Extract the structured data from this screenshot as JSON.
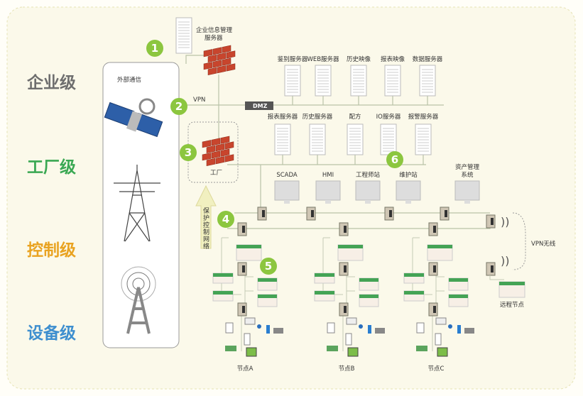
{
  "levels": {
    "enterprise": "企业级",
    "factory": "工厂级",
    "control": "控制级",
    "device": "设备级"
  },
  "colors": {
    "enterprise": "#6e6e6e",
    "factory": "#3aa853",
    "control": "#e9a321",
    "device": "#3e8fcf",
    "badge": "#8cc63f",
    "brick": "#c8452d",
    "background": "#fbf9ea"
  },
  "external_comm": "外部通信",
  "badges": [
    "1",
    "2",
    "3",
    "4",
    "5",
    "6"
  ],
  "enterprise_server": {
    "line1": "企业信息管理",
    "line2": "服务器"
  },
  "vpn": "VPN",
  "dmz": "DMZ",
  "dmz_servers": [
    "鉴别服务器",
    "WEB服务器",
    "历史映像",
    "报表映像",
    "数据服务器"
  ],
  "plant_servers": [
    "报表服务器",
    "历史服务器",
    "配方",
    "IO服务器",
    "报警服务器"
  ],
  "factory": "工厂",
  "workstations": [
    "SCADA",
    "HMI",
    "工程师站",
    "维护站"
  ],
  "asset_mgmt": {
    "line1": "资产管理",
    "line2": "系统"
  },
  "protection_network": "保护控制网络",
  "vpn_wireless": "VPN无线",
  "remote_node": "远程节点",
  "nodes": [
    "节点A",
    "节点B",
    "节点C"
  ]
}
